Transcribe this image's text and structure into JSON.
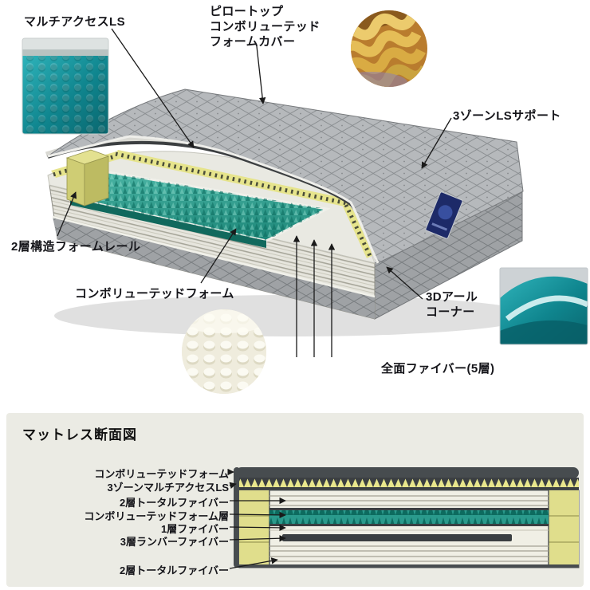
{
  "callouts": {
    "multi_access": "マルチアクセスLS",
    "pillow_top_line1": "ピロートップ",
    "pillow_top_line2": "コンボリューテッド",
    "pillow_top_line3": "フォームカバー",
    "zone_support": "3ゾーンLSサポート",
    "foam_rail": "2層構造フォームレール",
    "convoluted_foam": "コンボリューテッドフォーム",
    "corner_line1": "3Dアール",
    "corner_line2": "コーナー",
    "full_fiber": "全面ファイバー(5層)"
  },
  "cross_section": {
    "title": "マットレス断面図",
    "layers": [
      "コンボリューテッドフォーム",
      "3ゾーンマルチアクセスLS",
      "2層トータルファイバー",
      "コンボリューテッドフォーム層",
      "1層ファイバー",
      "3層ランバーファイバー",
      "2層トータルファイバー"
    ]
  },
  "colors": {
    "foam_teal": "#2a9a8c",
    "foam_yellow": "#e0de8c",
    "fabric_gray": "#b6b9bc",
    "dark_layer": "#3b3f42",
    "panel_background": "#ebebe4"
  }
}
